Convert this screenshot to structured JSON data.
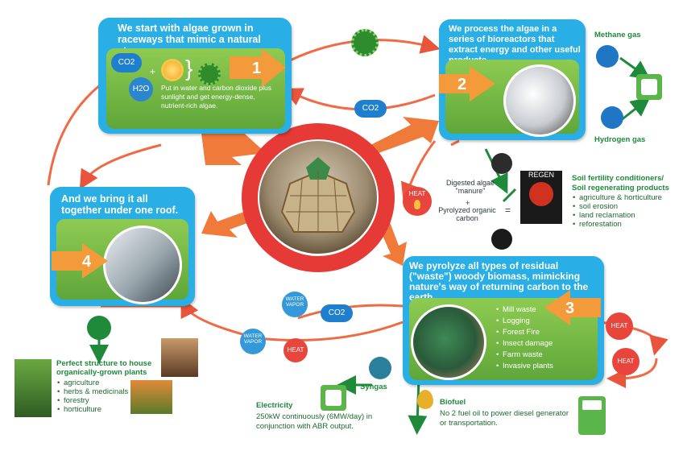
{
  "step1": {
    "number": "1",
    "title": "We start with algae grown in raceways that mimic a natural stream.",
    "co2": "CO2",
    "h2o": "H2O",
    "desc": "Put in water and carbon dioxide plus sunlight and get energy-dense, nutrient-rich algae."
  },
  "step2": {
    "number": "2",
    "title": "We process the algae in a series of bioreactors that extract energy and other useful products."
  },
  "step3": {
    "number": "3",
    "title": "We pyrolyze all types of residual (\"waste\") woody biomass, mimicking nature's way of returning carbon to the earth.",
    "items": [
      "Mill waste",
      "Logging",
      "Forest Fire",
      "Insect damage",
      "Farm waste",
      "Invasive plants"
    ]
  },
  "step4": {
    "number": "4",
    "title": "And we bring it all together under one roof."
  },
  "methane": "Methane gas",
  "hydrogen": "Hydrogen gas",
  "digested": "Digested algae \"manure\"",
  "plus": "+",
  "equals": "=",
  "pyrolyzed": "Pyrolyzed organic carbon",
  "regen": {
    "title": "Soil fertility conditioners/ Soil regenerating products",
    "items": [
      "agriculture & horticulture",
      "soil erosion",
      "land reclamation",
      "reforestation"
    ],
    "product": "REGEN"
  },
  "structure": {
    "title": "Perfect structure to house organically-grown plants",
    "items": [
      "agriculture",
      "herbs & medicinals",
      "forestry",
      "horticulture"
    ]
  },
  "syngas": "Syngas",
  "electricity": {
    "title": "Electricity",
    "desc": "250kW continuously (6MW/day) in conjunction with ABR output."
  },
  "biofuel": {
    "title": "Biofuel",
    "desc": "No 2 fuel oil to power diesel generator or transportation."
  },
  "labels": {
    "heat": "HEAT",
    "water_vapor": "WATER VAPOR",
    "co2": "CO2"
  },
  "colors": {
    "blue": "#29aee5",
    "green": "#6db544",
    "orange": "#f39a3a",
    "red": "#e8453c",
    "dark_green": "#1e8a3a"
  }
}
